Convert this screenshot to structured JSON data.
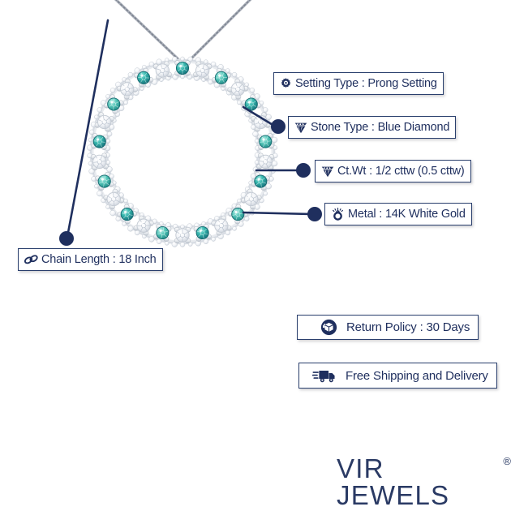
{
  "product": {
    "type": "necklace",
    "pendant_shape": "open-circle",
    "metal_color": "#f2f3f5",
    "white_stone_color": "#ffffff",
    "blue_stone_color": "#2fb8ad",
    "blue_stone_dark": "#1d7f86",
    "chain_color": "#b9bcc4"
  },
  "accent_navy": "#1f2f5e",
  "chip_border": "#2a3f6d",
  "callouts": [
    {
      "id": "setting",
      "icon": "gear-icon",
      "text": "Setting Type : Prong Setting"
    },
    {
      "id": "stone",
      "icon": "diamond-icon",
      "text": "Stone Type : Blue Diamond"
    },
    {
      "id": "ctwt",
      "icon": "diamond-icon",
      "text": "Ct.Wt : 1/2 cttw (0.5 cttw)"
    },
    {
      "id": "metal",
      "icon": "ring-sparkle-icon",
      "text": "Metal : 14K White Gold"
    },
    {
      "id": "chain",
      "icon": "chain-link-icon",
      "text": "Chain Length : 18 Inch"
    }
  ],
  "badges": [
    {
      "id": "return",
      "icon": "return-box-icon",
      "text": "Return Policy : 30 Days"
    },
    {
      "id": "shipping",
      "icon": "delivery-truck-icon",
      "text": "Free Shipping and Delivery"
    }
  ],
  "brand": {
    "name": "VIR JEWELS",
    "registered_mark": "®"
  }
}
